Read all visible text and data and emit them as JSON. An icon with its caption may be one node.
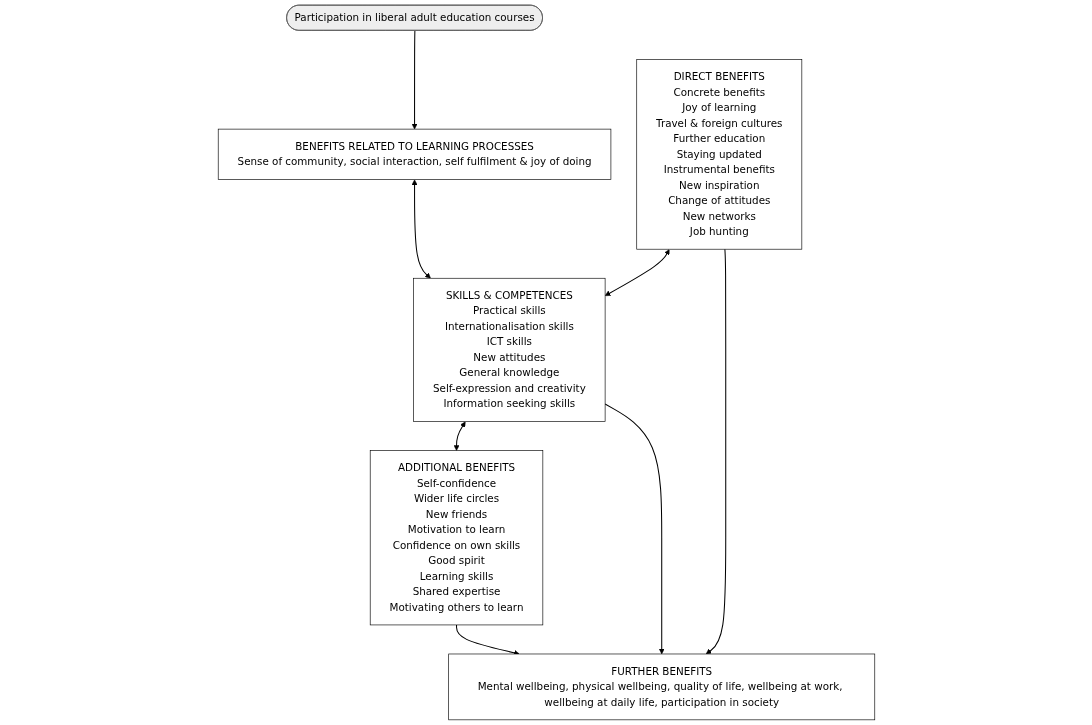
{
  "diagram": {
    "nodes": [
      {
        "text": [
          "Participation in liberal adult education courses"
        ]
      },
      {
        "text": [
          "BENEFITS RELATED TO LEARNING PROCESSES",
          "Sense of community, social interaction, self fulfilment & joy of doing"
        ]
      },
      {
        "text": [
          "DIRECT BENEFITS",
          "Concrete benefits",
          "Joy of learning",
          "Travel & foreign cultures",
          "Further education",
          "Staying updated",
          "Instrumental benefits",
          "New inspiration",
          "Change of attitudes",
          "New networks",
          "Job hunting"
        ]
      },
      {
        "text": [
          "SKILLS & COMPETENCES",
          "Practical skills",
          "Internationalisation skills",
          "ICT skills",
          "New attitudes",
          "General knowledge",
          "Self-expression and creativity",
          "Information seeking skills"
        ]
      },
      {
        "text": [
          "ADDITIONAL BENEFITS",
          "Self-confidence",
          "Wider life circles",
          "New friends",
          "Motivation to learn",
          "Confidence on own skills",
          "Good spirit",
          "Learning skills",
          "Shared expertise",
          "Motivating others to learn"
        ]
      },
      {
        "text": [
          "FURTHER BENEFITS",
          "Mental wellbeing, physical wellbeing, quality of life, wellbeing at work, wellbeing at daily life, participation in society"
        ]
      }
    ],
    "edges": [
      {
        "from": 0,
        "to": 1,
        "arrow": "to"
      },
      {
        "from": 1,
        "to": 3,
        "arrow": "both"
      },
      {
        "from": 2,
        "to": 3,
        "arrow": "both"
      },
      {
        "from": 3,
        "to": 4,
        "arrow": "both"
      },
      {
        "from": 3,
        "to": 5,
        "arrow": "to"
      },
      {
        "from": 2,
        "to": 5,
        "arrow": "to"
      },
      {
        "from": 4,
        "to": 5,
        "arrow": "to"
      }
    ]
  }
}
